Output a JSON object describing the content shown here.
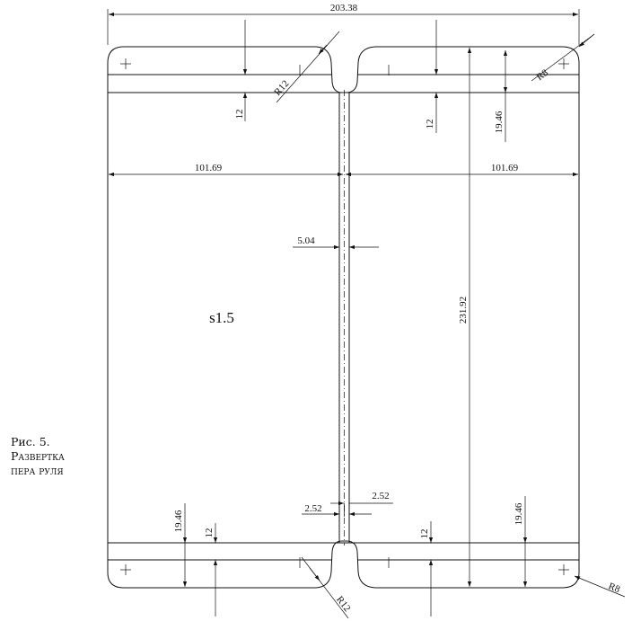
{
  "caption": {
    "line1": "Рис. 5.",
    "line2": "Развертка",
    "line3": "пера руля"
  },
  "dimensions": {
    "overall_width": "203.38",
    "half_width_left": "101.69",
    "half_width_right": "101.69",
    "height": "231.92",
    "slot_width": "5.04",
    "half_slot_left": "2.52",
    "half_slot_right": "2.52",
    "band_top_left": "12",
    "band_top_right": "12",
    "offset_top_right": "19.46",
    "band_bottom_left": "12",
    "offset_bottom_left": "19.46",
    "band_bottom_right": "12",
    "offset_bottom_right": "19.46",
    "radius_top_left": "R12",
    "radius_top_right": "R8",
    "radius_bottom_left": "R12",
    "radius_bottom_right": "R8"
  },
  "thickness": "s1.5"
}
